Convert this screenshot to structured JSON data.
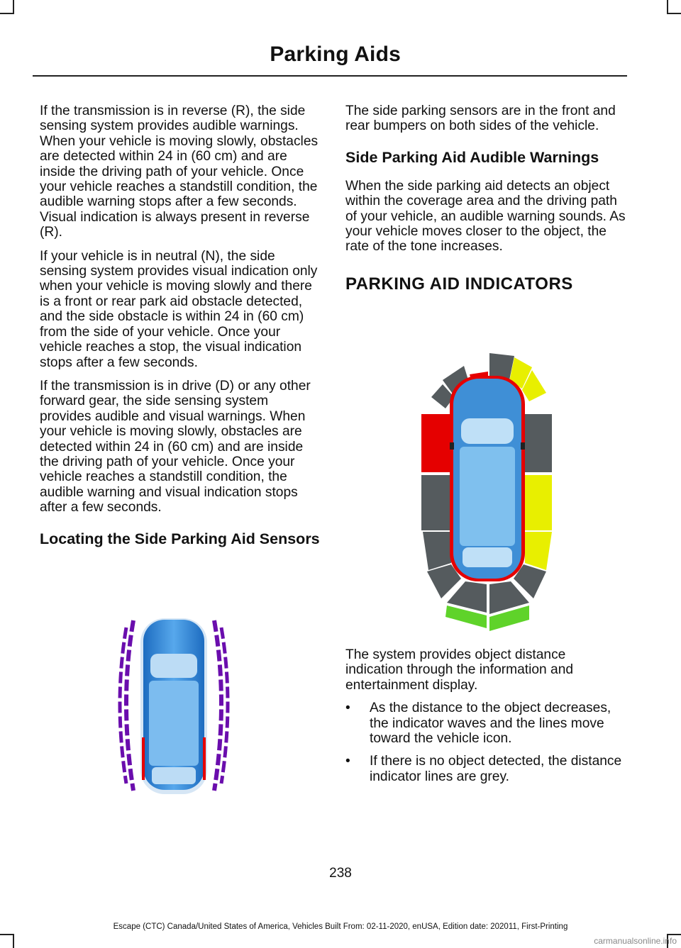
{
  "header": {
    "title": "Parking Aids"
  },
  "left_column": {
    "paragraphs": [
      "If the transmission is in reverse (R), the side sensing system provides audible warnings. When your vehicle is moving slowly, obstacles are detected within 24 in (60 cm) and are inside the driving path of your vehicle. Once your vehicle reaches a standstill condition, the audible warning stops after a few seconds. Visual indication is always present in reverse (R).",
      "If your vehicle is in neutral (N), the side sensing system provides visual indication only when your vehicle is moving slowly and there is a front or rear park aid obstacle detected, and the side obstacle is within 24 in (60 cm) from the side of your vehicle. Once your vehicle reaches a stop, the visual indication stops after a few seconds.",
      "If the transmission is in drive (D) or any other forward gear, the side sensing system provides audible and visual warnings. When your vehicle is moving slowly, obstacles are detected within 24 in (60 cm) and are inside the driving path of your vehicle. Once your vehicle reaches a standstill condition, the audible warning and visual indication stops after a few seconds."
    ],
    "heading": "Locating the Side Parking Aid Sensors"
  },
  "right_column": {
    "intro": "The side parking sensors are in the front and rear bumpers on both sides of the vehicle.",
    "subheading": "Side Parking Aid Audible Warnings",
    "audible_text": "When the side parking aid detects an object within the coverage area and the driving path of your vehicle, an audible warning sounds. As your vehicle moves closer to the object, the rate of the tone increases.",
    "section_title": "PARKING AID INDICATORS",
    "system_text": "The system provides object distance indication through the information and entertainment display.",
    "bullet_glyph": "•",
    "bullets": [
      "As the distance to the object decreases, the indicator waves and the lines move toward the vehicle icon.",
      "If there is no object detected, the distance indicator lines are grey."
    ]
  },
  "footer": {
    "page_number": "238",
    "edition": "Escape (CTC) Canada/United States of America, Vehicles Built From: 02-11-2020, enUSA, Edition date: 202011, First-Printing"
  },
  "watermark": "carmanualsonline.info",
  "colors": {
    "sensor_wave": "#6a0dad",
    "zone_red": "#e50000",
    "zone_yellow": "#e8ef00",
    "zone_green": "#5fd32a",
    "zone_grey": "#555b5e",
    "car_blue": "#3f8fd6"
  }
}
